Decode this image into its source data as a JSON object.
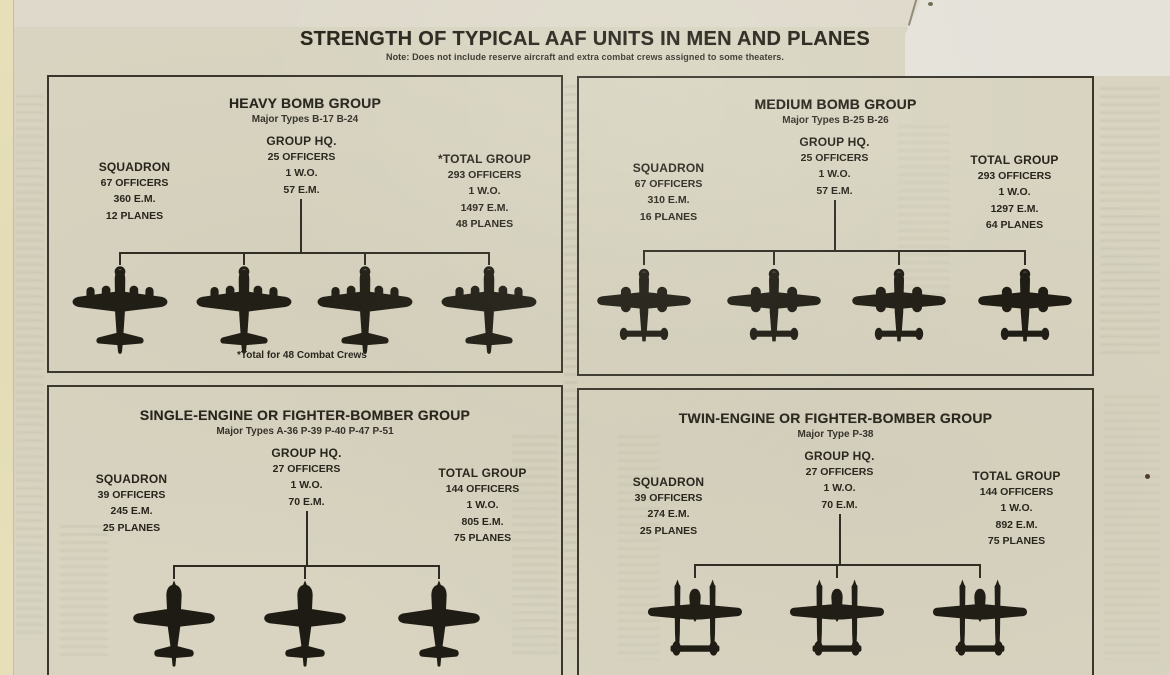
{
  "header": {
    "title": "STRENGTH OF TYPICAL AAF UNITS IN MEN AND PLANES",
    "note": "Note: Does not include reserve aircraft and extra combat crews assigned to some theaters."
  },
  "panels": [
    {
      "title": "HEAVY BOMB GROUP",
      "subtitle": "Major Types B-17 B-24",
      "squadron": {
        "label": "SQUADRON",
        "lines": [
          "67 OFFICERS",
          "360 E.M.",
          "12 PLANES"
        ]
      },
      "hq": {
        "label": "GROUP HQ.",
        "lines": [
          "25 OFFICERS",
          "1 W.O.",
          "57 E.M."
        ]
      },
      "total": {
        "label": "*TOTAL GROUP",
        "lines": [
          "293 OFFICERS",
          "1 W.O.",
          "1497 E.M.",
          "48 PLANES"
        ]
      },
      "footnote": "*Total for 48 Combat Crews",
      "planes": {
        "type": "four-engine heavy bomber silhouette (B-17)",
        "count": 4
      }
    },
    {
      "title": "MEDIUM BOMB GROUP",
      "subtitle": "Major Types B-25 B-26",
      "squadron": {
        "label": "SQUADRON",
        "lines": [
          "67 OFFICERS",
          "310 E.M.",
          "16 PLANES"
        ]
      },
      "hq": {
        "label": "GROUP HQ.",
        "lines": [
          "25 OFFICERS",
          "1 W.O.",
          "57 E.M."
        ]
      },
      "total": {
        "label": "TOTAL GROUP",
        "lines": [
          "293 OFFICERS",
          "1 W.O.",
          "1297 E.M.",
          "64 PLANES"
        ]
      },
      "planes": {
        "type": "twin-engine medium bomber silhouette (B-25)",
        "count": 4
      }
    },
    {
      "title": "SINGLE-ENGINE OR FIGHTER-BOMBER GROUP",
      "subtitle": "Major Types A-36 P-39 P-40 P-47 P-51",
      "squadron": {
        "label": "SQUADRON",
        "lines": [
          "39 OFFICERS",
          "245 E.M.",
          "25 PLANES"
        ]
      },
      "hq": {
        "label": "GROUP HQ.",
        "lines": [
          "27 OFFICERS",
          "1 W.O.",
          "70 E.M."
        ]
      },
      "total": {
        "label": "TOTAL GROUP",
        "lines": [
          "144 OFFICERS",
          "1 W.O.",
          "805 E.M.",
          "75 PLANES"
        ]
      },
      "planes": {
        "type": "single-engine fighter silhouette",
        "count": 3
      }
    },
    {
      "title": "TWIN-ENGINE OR FIGHTER-BOMBER GROUP",
      "subtitle": "Major Type P-38",
      "squadron": {
        "label": "SQUADRON",
        "lines": [
          "39 OFFICERS",
          "274 E.M.",
          "25 PLANES"
        ]
      },
      "hq": {
        "label": "GROUP HQ.",
        "lines": [
          "27 OFFICERS",
          "1 W.O.",
          "70 E.M."
        ]
      },
      "total": {
        "label": "TOTAL GROUP",
        "lines": [
          "144 OFFICERS",
          "1 W.O.",
          "892 E.M.",
          "75 PLANES"
        ]
      },
      "planes": {
        "type": "twin-boom fighter silhouette (P-38)",
        "count": 3
      }
    }
  ],
  "colors": {
    "paper": "#d8d4c1",
    "ink": "#26231b",
    "plane_silhouette": "#1d1b13"
  }
}
